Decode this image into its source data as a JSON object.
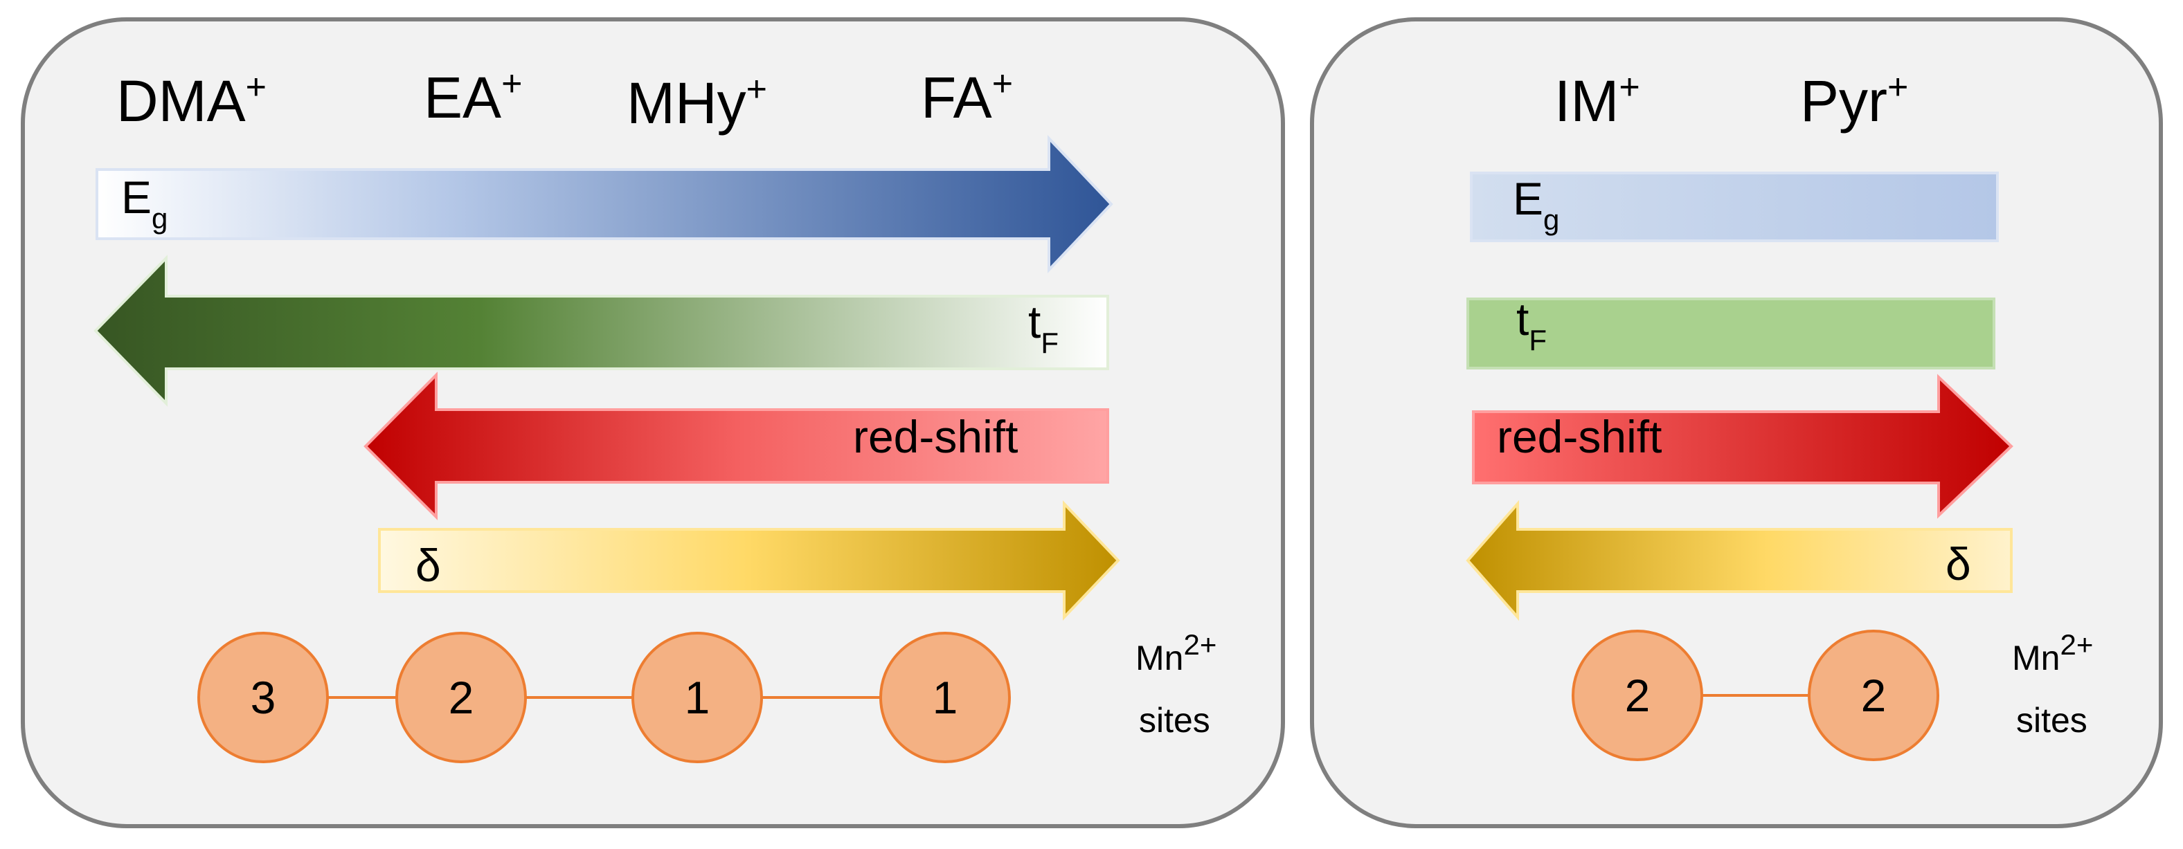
{
  "left_panel": {
    "cations": [
      {
        "name": "DMA",
        "charge": "+"
      },
      {
        "name": "EA",
        "charge": "+"
      },
      {
        "name": "MHy",
        "charge": "+"
      },
      {
        "name": "FA",
        "charge": "+"
      }
    ],
    "eg": {
      "base": "E",
      "sub": "g"
    },
    "tf": {
      "base": "t",
      "sub": "F"
    },
    "redshift": "red-shift",
    "delta": "δ",
    "sites": [
      "3",
      "2",
      "1",
      "1"
    ],
    "mn": {
      "base": "Mn",
      "sup": "2+",
      "line2": "sites"
    }
  },
  "right_panel": {
    "cations": [
      {
        "name": "IM",
        "charge": "+"
      },
      {
        "name": "Pyr",
        "charge": "+"
      }
    ],
    "eg": {
      "base": "E",
      "sub": "g"
    },
    "tf": {
      "base": "t",
      "sub": "F"
    },
    "redshift": "red-shift",
    "delta": "δ",
    "sites": [
      "2",
      "2"
    ],
    "mn": {
      "base": "Mn",
      "sup": "2+",
      "line2": "sites"
    }
  },
  "colors": {
    "panel_fill": "#f2f2f2",
    "panel_stroke": "#7f7f7f",
    "blue": "#2f5597",
    "green": "#375623",
    "red": "#c00000",
    "gold": "#bf9000",
    "circle_fill": "#f4b183",
    "circle_stroke": "#ed7d31"
  }
}
